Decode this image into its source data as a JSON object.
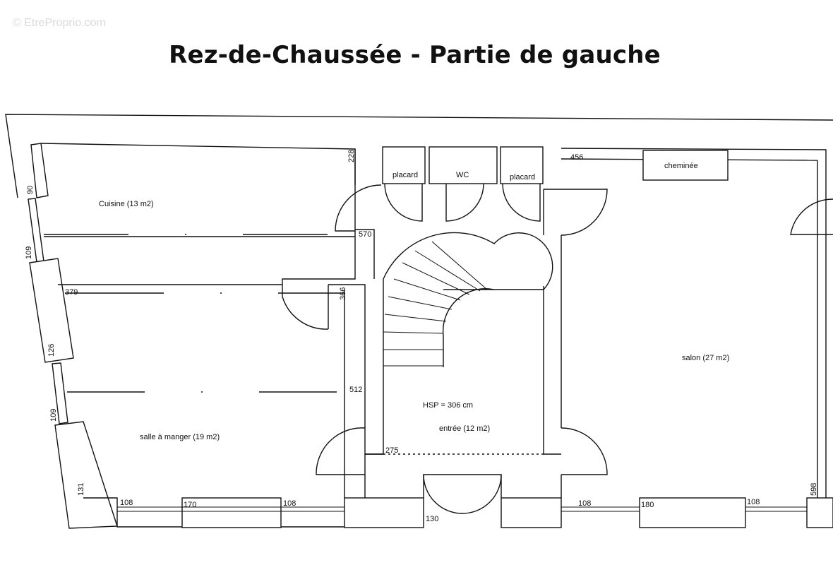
{
  "watermark": "© EtreProprio.com",
  "title": "Rez-de-Chaussée - Partie de gauche",
  "rooms": {
    "cuisine": "Cuisine (13 m2)",
    "salle": "salle à manger (19 m2)",
    "entree": "entrée (12 m2)",
    "salon": "salon (27 m2)",
    "placard1": "placard",
    "wc": "WC",
    "placard2": "placard",
    "cheminee": "cheminée"
  },
  "hsp": "HSP = 306 cm",
  "dimensions": {
    "d90": "90",
    "d109a": "109",
    "d126": "126",
    "d109b": "109",
    "d131": "131",
    "d228": "228",
    "d570": "570",
    "d379": "379",
    "d366": "366",
    "d512": "512",
    "d275": "275",
    "d130": "130",
    "d456": "456",
    "d598": "598",
    "d108a": "108",
    "d170": "170",
    "d108b": "108",
    "d108c": "108",
    "d180": "180",
    "d108d": "108"
  }
}
